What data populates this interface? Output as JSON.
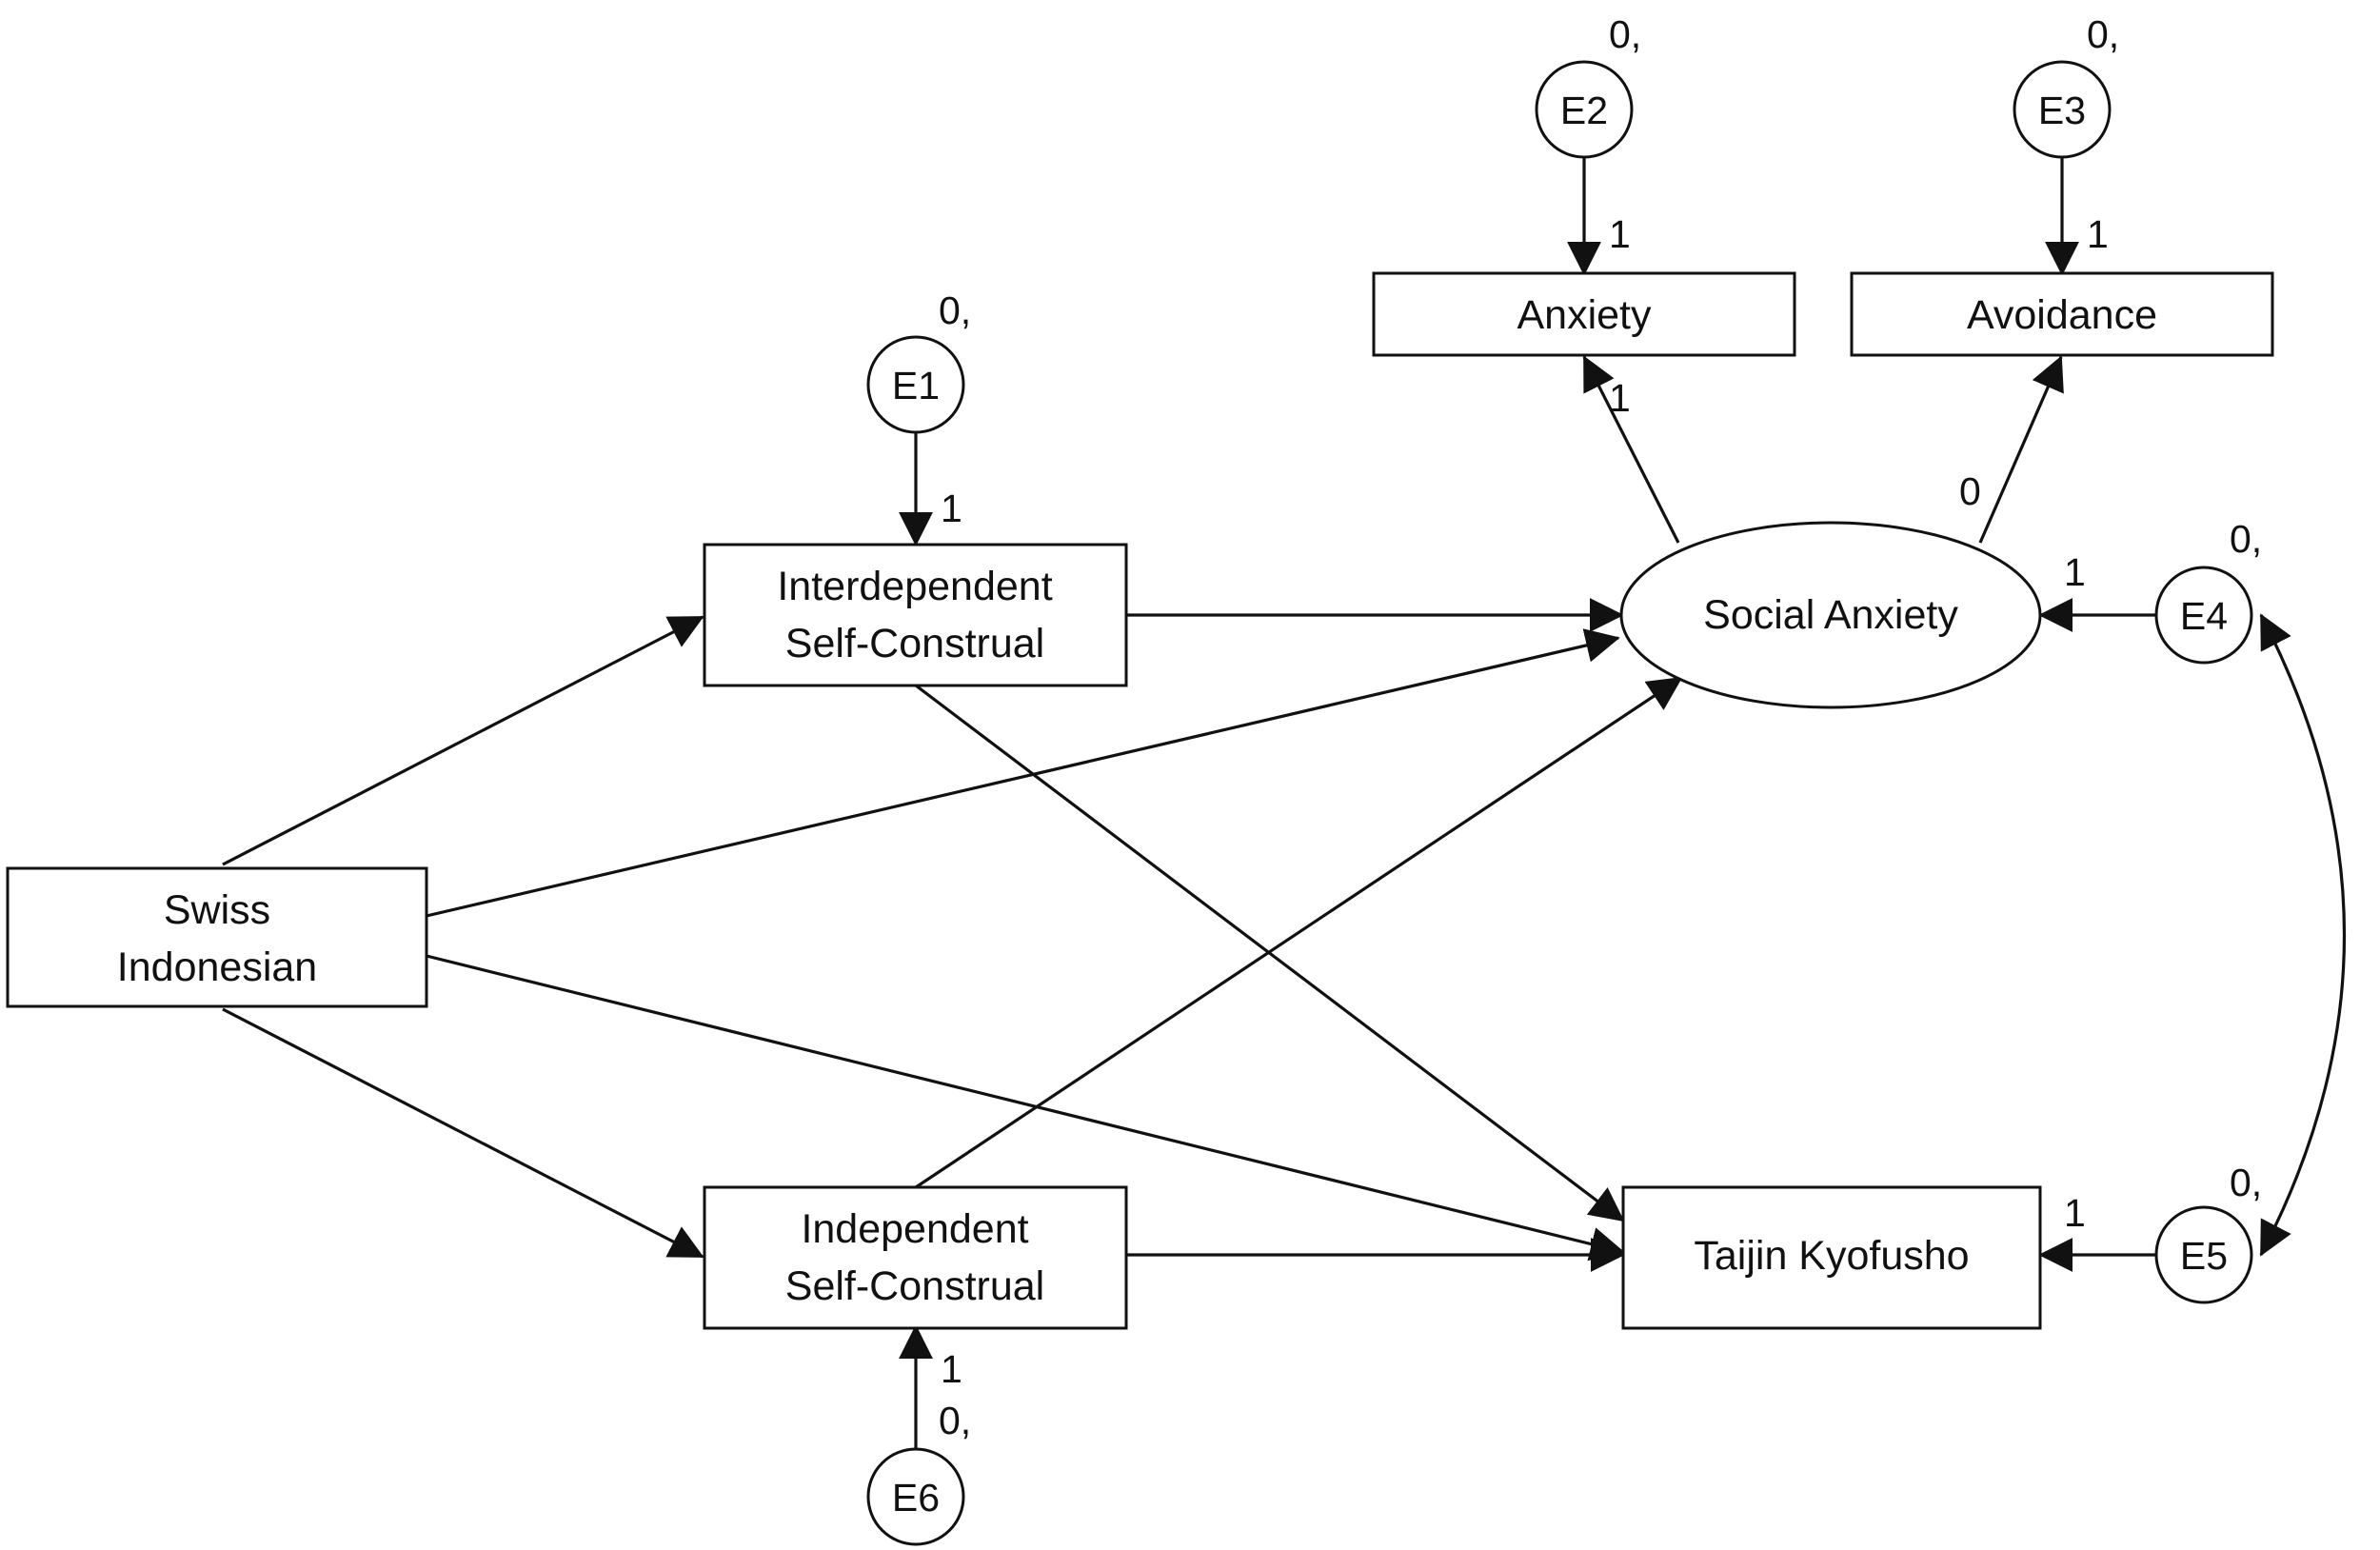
{
  "nodes": {
    "swiss_indonesian": {
      "line1": "Swiss",
      "line2": "Indonesian"
    },
    "interdependent": {
      "line1": "Interdependent",
      "line2": "Self-Construal"
    },
    "independent": {
      "line1": "Independent",
      "line2": "Self-Construal"
    },
    "social_anxiety": {
      "label": "Social Anxiety"
    },
    "anxiety": {
      "label": "Anxiety"
    },
    "avoidance": {
      "label": "Avoidance"
    },
    "taijin_kyofusho": {
      "label": "Taijin Kyofusho"
    }
  },
  "errors": {
    "e1": {
      "label": "E1",
      "mean_var": "0,",
      "weight": "1"
    },
    "e2": {
      "label": "E2",
      "mean_var": "0,",
      "weight": "1"
    },
    "e3": {
      "label": "E3",
      "mean_var": "0,",
      "weight": "1"
    },
    "e4": {
      "label": "E4",
      "mean_var": "0,",
      "weight": "1"
    },
    "e5": {
      "label": "E5",
      "mean_var": "0,",
      "weight": "1"
    },
    "e6": {
      "label": "E6",
      "mean_var": "0,",
      "weight": "1"
    }
  },
  "paths": {
    "social_anxiety_to_anxiety": "1",
    "social_anxiety_to_avoidance": "0"
  },
  "colors": {
    "stroke": "#111111",
    "background": "#ffffff"
  }
}
